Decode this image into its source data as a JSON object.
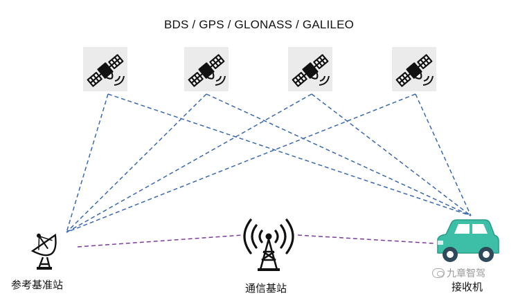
{
  "title": "BDS / GPS / GLONASS / GALILEO",
  "nodes": {
    "reference_station": {
      "label": "参考基准站"
    },
    "communication_station": {
      "label": "通信基站"
    },
    "receiver": {
      "label": "接收机"
    }
  },
  "satellites": [
    {
      "icon": "satellite-icon"
    },
    {
      "icon": "satellite-icon"
    },
    {
      "icon": "satellite-icon"
    },
    {
      "icon": "satellite-icon"
    }
  ],
  "watermark": "九章智驾",
  "colors": {
    "satellite_link": "#3a68b0",
    "ground_link": "#7a3b9e",
    "car_body": "#3cbfa6"
  }
}
